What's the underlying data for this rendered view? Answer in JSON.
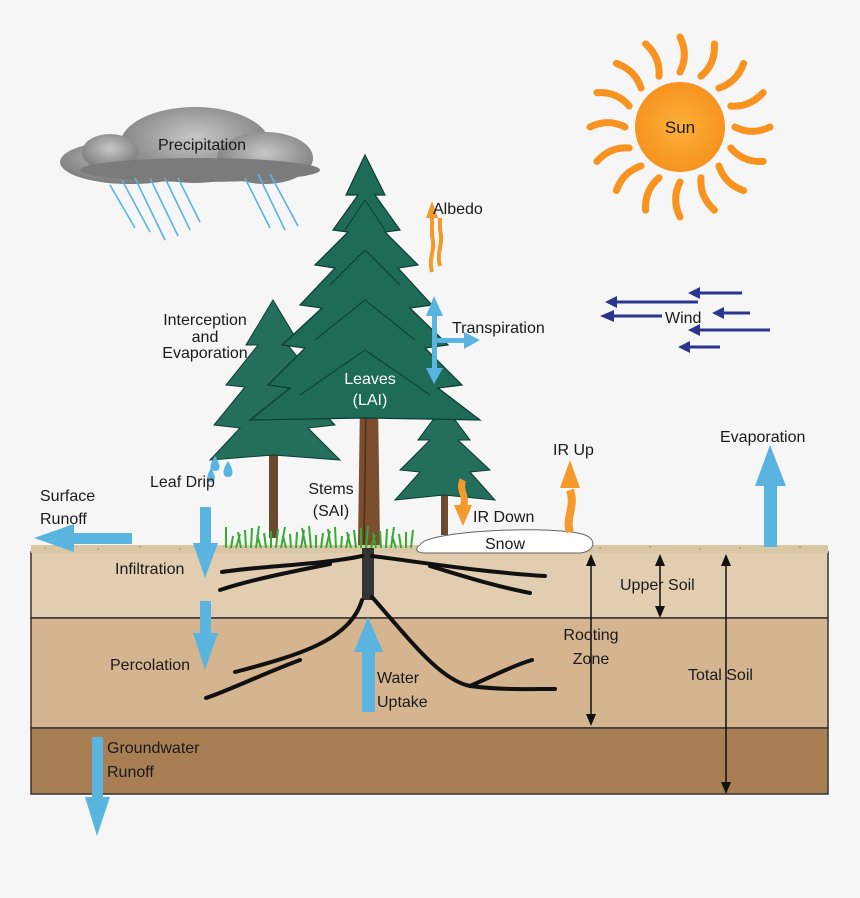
{
  "labels": {
    "precipitation": "Precipitation",
    "sun": "Sun",
    "albedo": "Albedo",
    "transpiration": "Transpiration",
    "wind": "Wind",
    "interception_1": "Interception",
    "interception_2": "and",
    "interception_3": "Evaporation",
    "leaves_1": "Leaves",
    "leaves_2": "(LAI)",
    "leaf_drip": "Leaf Drip",
    "stems_1": "Stems",
    "stems_2": "(SAI)",
    "ir_up": "IR Up",
    "ir_down": "IR Down",
    "evaporation": "Evaporation",
    "surface_runoff_1": "Surface",
    "surface_runoff_2": "Runoff",
    "snow": "Snow",
    "infiltration": "Infiltration",
    "upper_soil": "Upper Soil",
    "rooting_zone_1": "Rooting",
    "rooting_zone_2": "Zone",
    "percolation": "Percolation",
    "water_uptake_1": "Water",
    "water_uptake_2": "Uptake",
    "total_soil": "Total Soil",
    "groundwater_runoff_1": "Groundwater",
    "groundwater_runoff_2": "Runoff"
  },
  "colors": {
    "water_arrow": "#5ab4e0",
    "energy_arrow": "#f39a2b",
    "wind_arrow": "#2b3590",
    "upper_soil": "#e3cdb1",
    "middle_soil": "#d4b58f",
    "deep_soil": "#a87e53",
    "tree_green": "#1e6b58",
    "sun": "#f7931e"
  }
}
